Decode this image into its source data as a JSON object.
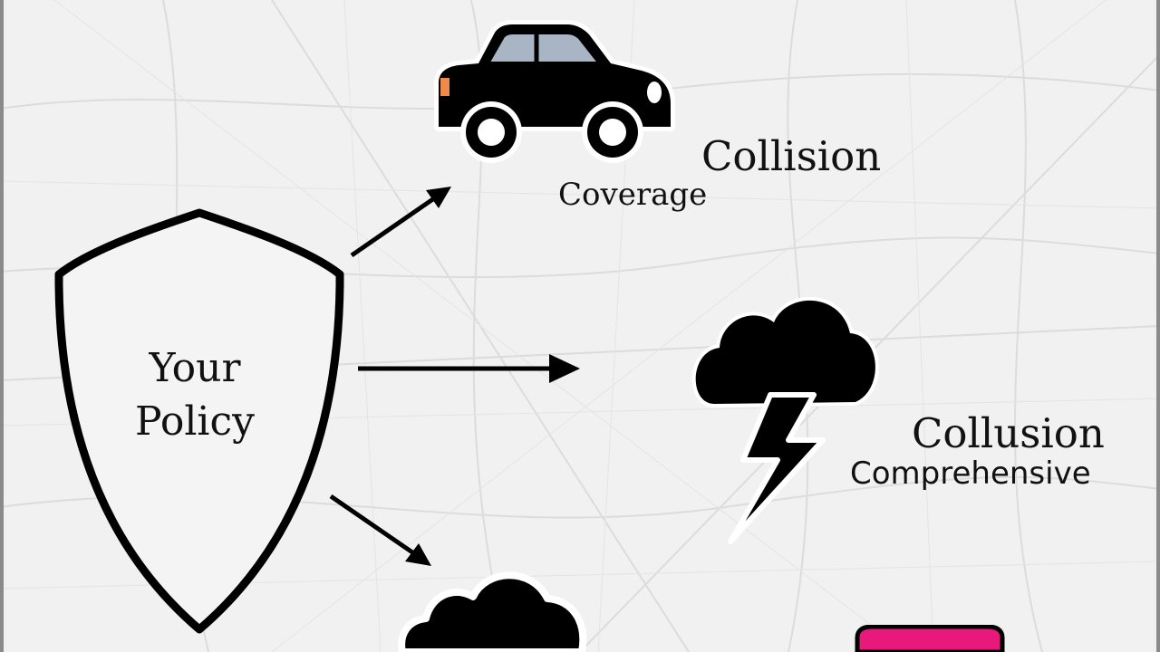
{
  "policy": {
    "line1": "Your",
    "line2": "Policy"
  },
  "coverages": [
    {
      "title": "Collision",
      "subtitle": "Coverage",
      "icon": "car-icon"
    },
    {
      "title": "Collusion",
      "subtitle": "Comprehensive",
      "icon": "storm-cloud-lightning-icon"
    },
    {
      "title": "",
      "subtitle": "",
      "icon": "cloud-icon"
    }
  ],
  "colors": {
    "background": "#f1f1f1",
    "ink": "#000000",
    "accent_pink": "#e8197a"
  }
}
